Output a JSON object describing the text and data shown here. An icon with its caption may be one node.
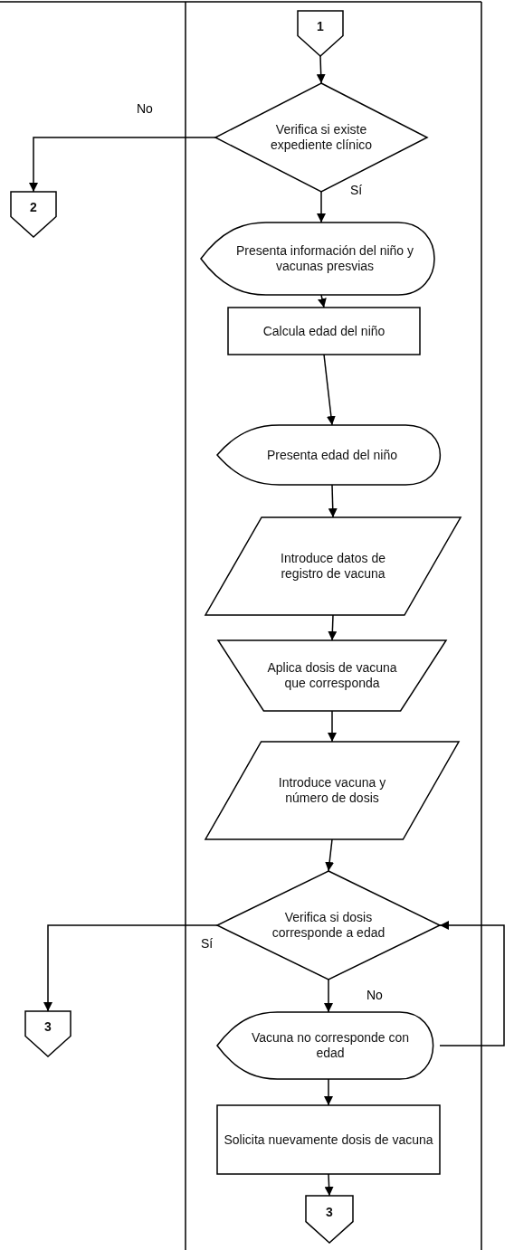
{
  "diagram": {
    "nodes": [
      {
        "text": [
          "1"
        ]
      },
      {
        "text": [
          "Verifica si existe expediente clínico"
        ]
      },
      {
        "text": [
          "2"
        ]
      },
      {
        "text": [
          "Presenta información del niño y vacunas presvias"
        ]
      },
      {
        "text": [
          "Calcula edad del niño"
        ]
      },
      {
        "text": [
          "Presenta edad del niño"
        ]
      },
      {
        "text": [
          "Introduce datos de registro de vacuna"
        ]
      },
      {
        "text": [
          "Aplica dosis de vacuna que corresponda"
        ]
      },
      {
        "text": [
          "Introduce vacuna y número de dosis"
        ]
      },
      {
        "text": [
          "Verifica si dosis corresponde a edad"
        ]
      },
      {
        "text": [
          "3"
        ]
      },
      {
        "text": [
          "Vacuna no corresponde con edad"
        ]
      },
      {
        "text": [
          "Solicita nuevamente dosis de vacuna"
        ]
      },
      {
        "text": [
          "3"
        ]
      }
    ],
    "edges": [
      {
        "from": 0,
        "to": 1,
        "arrow": "to"
      },
      {
        "from": 1,
        "to": 2,
        "arrow": "to",
        "label": "No"
      },
      {
        "from": 1,
        "to": 3,
        "arrow": "to",
        "label": "Sí"
      },
      {
        "from": 3,
        "to": 4,
        "arrow": "to"
      },
      {
        "from": 4,
        "to": 5,
        "arrow": "to"
      },
      {
        "from": 5,
        "to": 6,
        "arrow": "to"
      },
      {
        "from": 6,
        "to": 7,
        "arrow": "to"
      },
      {
        "from": 7,
        "to": 8,
        "arrow": "to"
      },
      {
        "from": 8,
        "to": 9,
        "arrow": "to"
      },
      {
        "from": 9,
        "to": 10,
        "arrow": "to",
        "label": "Sí"
      },
      {
        "from": 9,
        "to": 11,
        "arrow": "to",
        "label": "No"
      },
      {
        "from": 11,
        "to": 9,
        "arrow": "to"
      },
      {
        "from": 11,
        "to": 12,
        "arrow": "to"
      },
      {
        "from": 12,
        "to": 13,
        "arrow": "to"
      }
    ]
  }
}
